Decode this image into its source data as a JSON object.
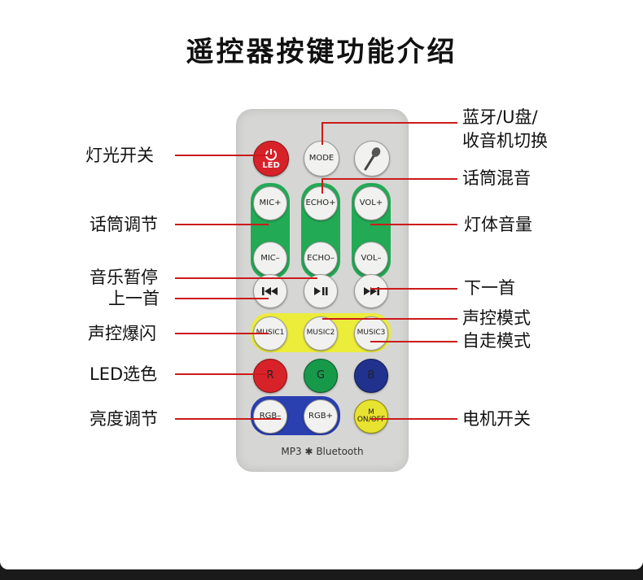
{
  "title": "遥控器按键功能介绍",
  "brand": "MP3 ✱ Bluetooth",
  "colors": {
    "line": "#cc1a1a",
    "green_band": "#22aa55",
    "yellow_band": "#ecec3a",
    "blue_band": "#2a3fb0",
    "led": "#d8222a",
    "red": "#d8222a",
    "green": "#17994a",
    "blue": "#20328e",
    "motor": "#e8e230"
  },
  "buttons": {
    "led": "LED",
    "mode": "MODE",
    "mic_plus": "MIC+",
    "echo_plus": "ECHO+",
    "vol_plus": "VOL+",
    "mic_minus": "MIC–",
    "echo_minus": "ECHO–",
    "vol_minus": "VOL–",
    "music1": "MUSIC1",
    "music2": "MUSIC2",
    "music3": "MUSIC3",
    "r": "R",
    "g": "G",
    "b": "B",
    "rgb_minus": "RGB–",
    "rgb_plus": "RGB+",
    "motor_1": "M",
    "motor_2": "ON/OFF"
  },
  "labels": {
    "led_switch": "灯光开关",
    "mic_adjust": "话筒调节",
    "play_pause": "音乐暂停",
    "previous": "上一首",
    "flash": "声控爆闪",
    "led_color": "LED选色",
    "brightness": "亮度调节",
    "mode_switch_1": "蓝牙/U盘/",
    "mode_switch_2": "收音机切换",
    "mic_mix": "话筒混音",
    "light_volume": "灯体音量",
    "next": "下一首",
    "voice_mode": "声控模式",
    "auto_mode": "自走模式",
    "motor_switch": "电机开关"
  }
}
